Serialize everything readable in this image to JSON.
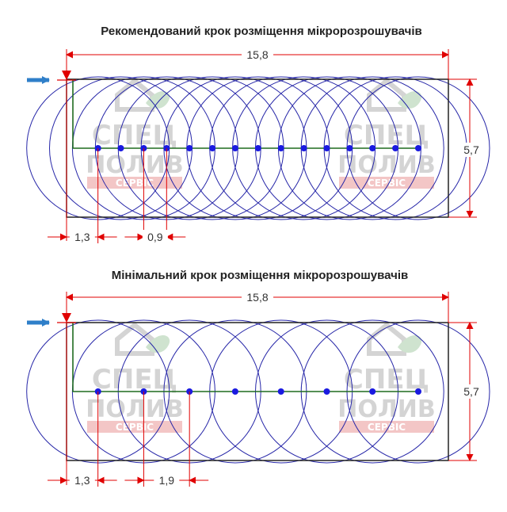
{
  "colors": {
    "circle": "#2626a8",
    "rect": "#222222",
    "pipe": "#1f6b1f",
    "nozzle": "#1a1ae0",
    "dimension": "#e00000",
    "arrow": "#2f7fc9",
    "watermark": "#d4d4d4",
    "watermark_band": "#f3c6c6"
  },
  "watermark": {
    "line1": "СПЕЦ",
    "line2": "ПОЛИВ",
    "line3": "СЕРВІС",
    "icon": "house-leaf-icon"
  },
  "diagrams": [
    {
      "id": "recommended",
      "title": "Рекомендований крок розміщення мікророзрошувачів",
      "length_label": "15,8",
      "width_label": "5,7",
      "offset_label": "1,3",
      "step_label": "0,9",
      "field_length": 15.8,
      "field_width": 5.7,
      "first_offset": 1.3,
      "step": 0.9,
      "nozzle_count": 15,
      "inlet_icon": "arrow-right-icon"
    },
    {
      "id": "minimal",
      "title": "Мінімальний крок розміщення мікророзрошувачів",
      "length_label": "15,8",
      "width_label": "5,7",
      "offset_label": "1,3",
      "step_label": "1,9",
      "field_length": 15.8,
      "field_width": 5.7,
      "first_offset": 1.3,
      "step": 1.9,
      "nozzle_count": 8,
      "inlet_icon": "arrow-right-icon"
    }
  ]
}
